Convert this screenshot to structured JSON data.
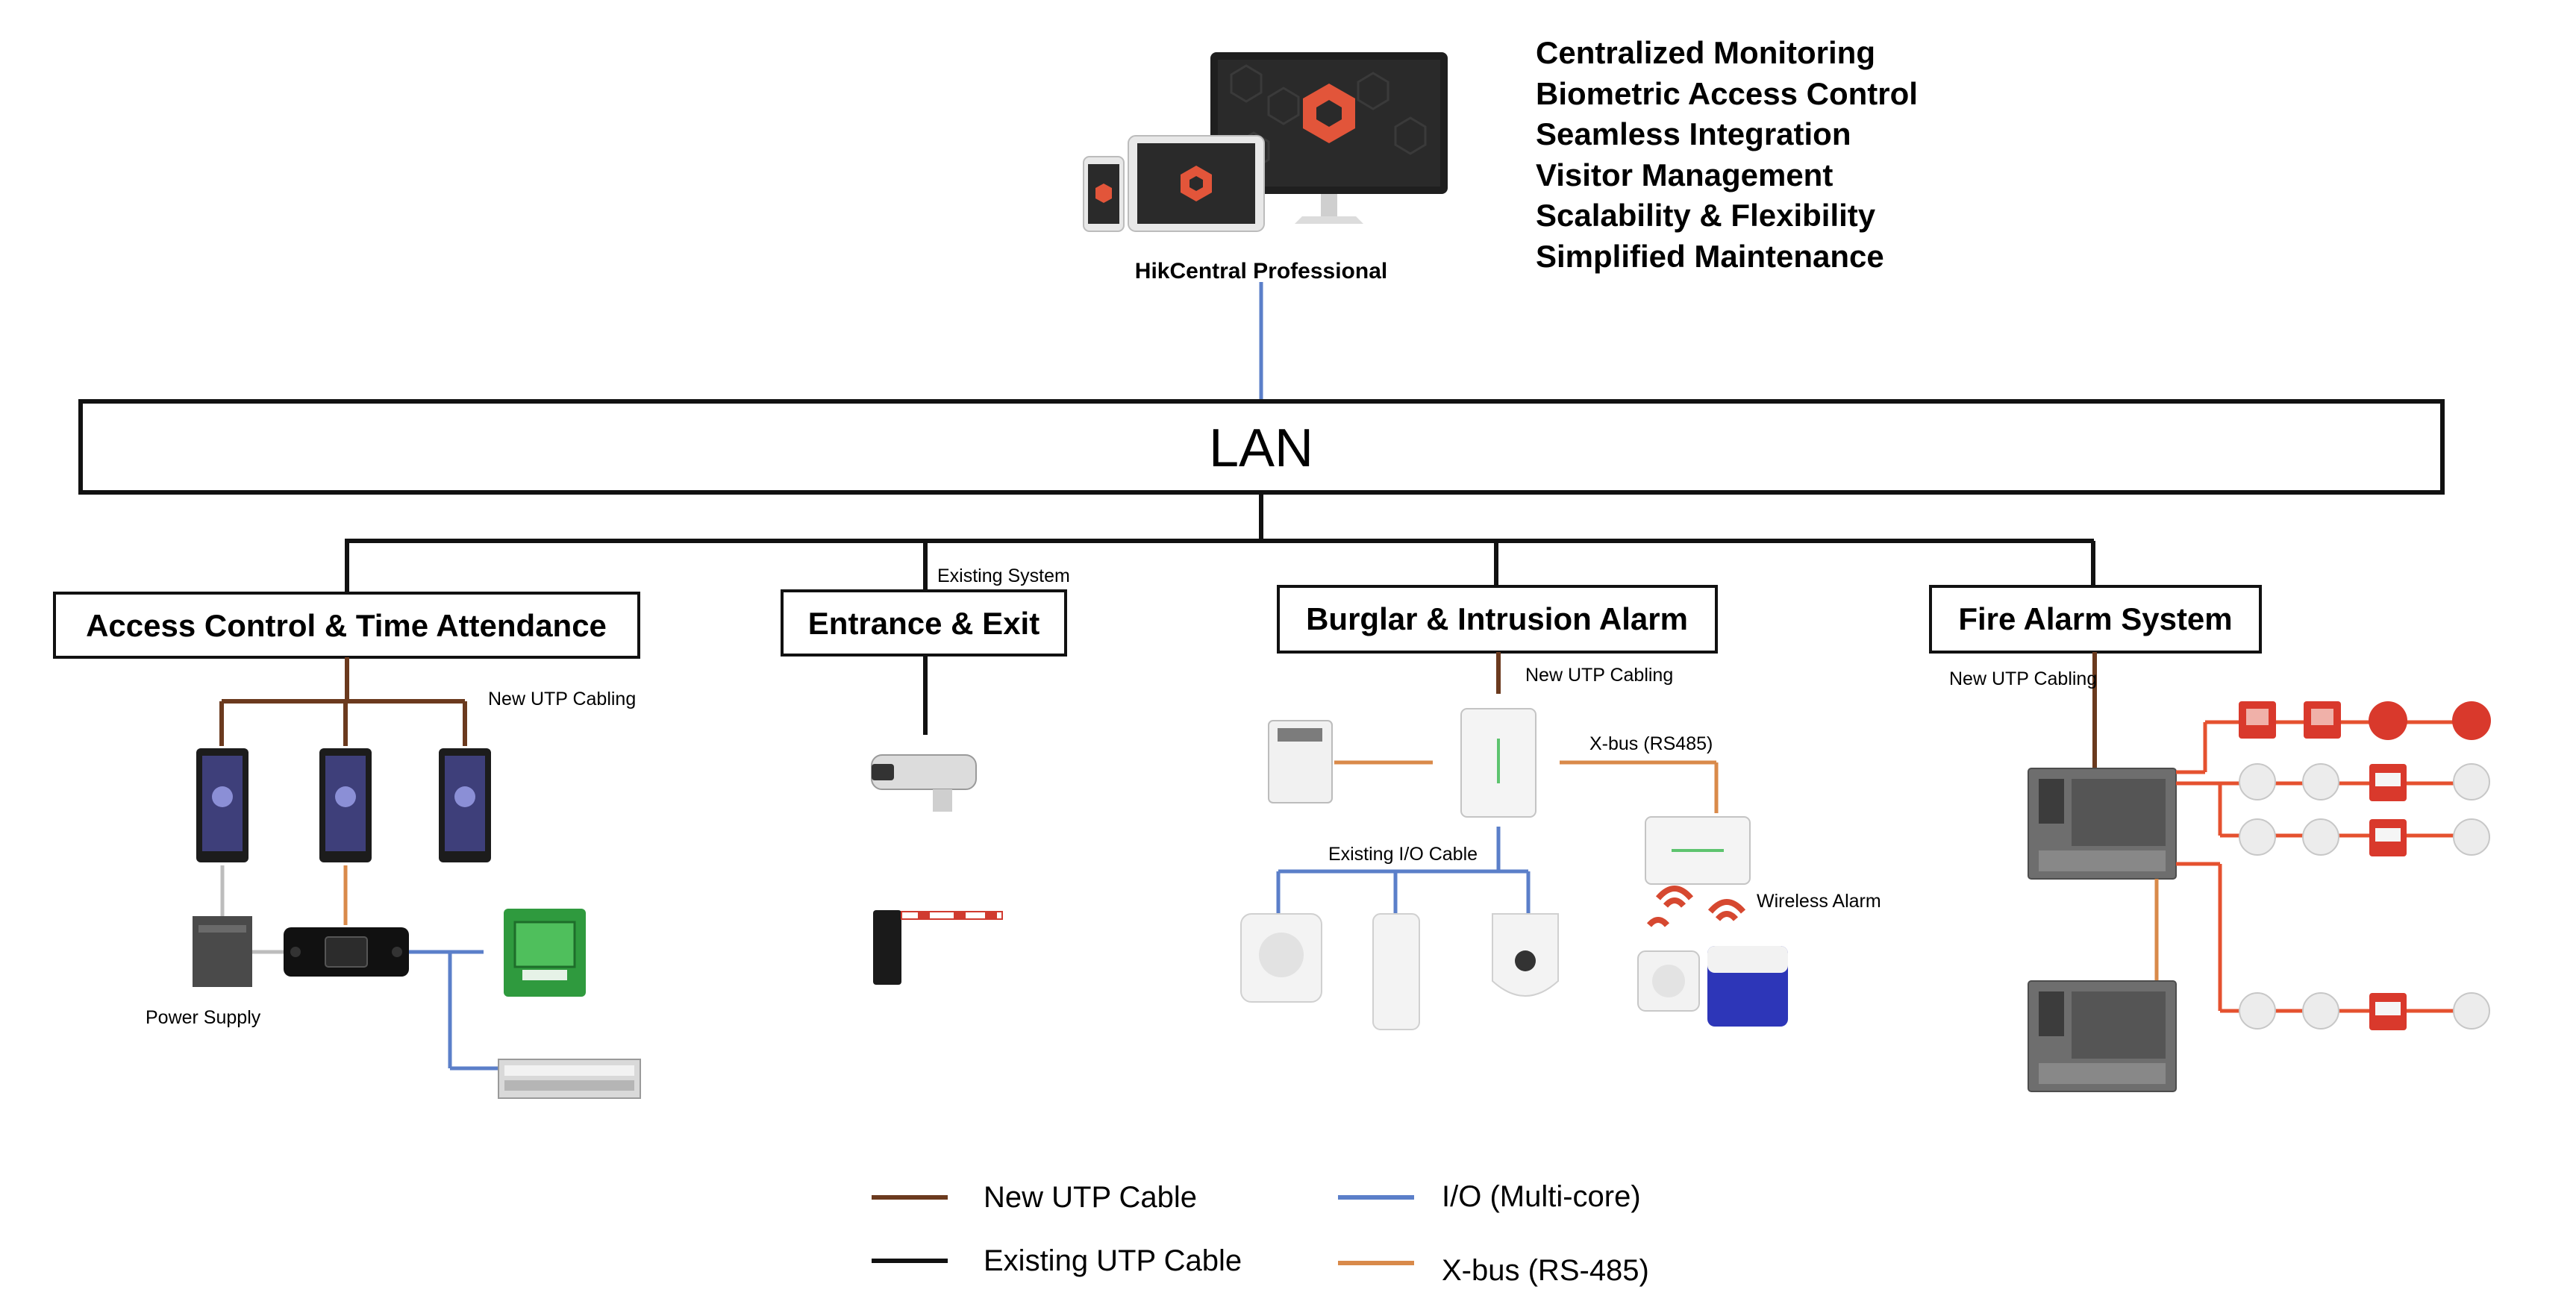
{
  "platform": {
    "label": "HikCentral Professional",
    "features": [
      "Centralized Monitoring",
      "Biometric Access Control",
      "Seamless Integration",
      "Visitor Management",
      "Scalability & Flexibility",
      "Simplified Maintenance"
    ]
  },
  "lan": {
    "label": "LAN"
  },
  "subsystems": {
    "access": {
      "title": "Access Control & Time Attendance",
      "cabling": "New UTP Cabling",
      "power_supply": "Power Supply"
    },
    "entrance": {
      "title": "Entrance & Exit",
      "note": "Existing System"
    },
    "burglar": {
      "title": "Burglar & Intrusion Alarm",
      "cabling": "New UTP Cabling",
      "xbus": "X-bus (RS485)",
      "io": "Existing I/O Cable",
      "wireless": "Wireless Alarm"
    },
    "fire": {
      "title": "Fire Alarm System",
      "cabling": "New UTP Cabling"
    }
  },
  "legend": [
    {
      "label": "New UTP Cable",
      "color": "#6b3a1e"
    },
    {
      "label": "Existing UTP Cable",
      "color": "#111111"
    },
    {
      "label": "I/O (Multi-core)",
      "color": "#5b7fc9"
    },
    {
      "label": "X-bus (RS-485)",
      "color": "#d98a4a"
    }
  ],
  "colors": {
    "new_utp": "#6b3a1e",
    "existing_utp": "#111111",
    "io": "#5b7fc9",
    "xbus": "#d98a4a",
    "brand": "#e2553a",
    "fire_line": "#e5512f"
  }
}
